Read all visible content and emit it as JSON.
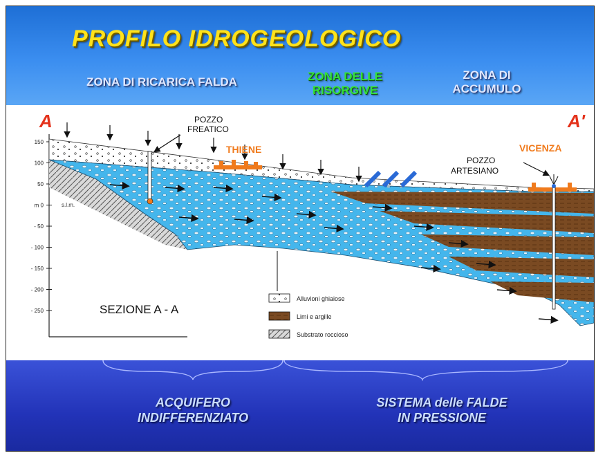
{
  "title": "PROFILO IDROGEOLOGICO",
  "zones": {
    "ricarica": "ZONA DI RICARICA FALDA",
    "risorgive_line1": "ZONA DELLE",
    "risorgive_line2": "RISORGIVE",
    "accumulo_line1": "ZONA DI",
    "accumulo_line2": "ACCUMULO"
  },
  "section_markers": {
    "start": "A",
    "end": "A'"
  },
  "wells": {
    "freatico_line1": "POZZO",
    "freatico_line2": "FREATICO",
    "artesiano_line1": "POZZO",
    "artesiano_line2": "ARTESIANO"
  },
  "towns": {
    "thiene": "THIENE",
    "vicenza": "VICENZA"
  },
  "axis": {
    "ticks": [
      "150",
      "100",
      "50",
      "m 0",
      "- 50",
      "- 100",
      "- 150",
      "- 200",
      "- 250"
    ],
    "datum": "s.l.m."
  },
  "section_label": "SEZIONE A - A",
  "legend": [
    {
      "label": "Alluvioni ghiaiose"
    },
    {
      "label": "Limi e argille"
    },
    {
      "label": "Substrato roccioso"
    }
  ],
  "bottom": {
    "left_line1": "ACQUIFERO",
    "left_line2": "INDIFFERENZIATO",
    "right_line1": "SISTEMA delle FALDE",
    "right_line2": "IN PRESSIONE"
  },
  "colors": {
    "aquifer_blue": "#44b6ec",
    "clay_brown": "#7a4a22",
    "title_yellow": "#ffe21a",
    "zone_green": "#35e03a",
    "town_orange": "#f07a1c"
  }
}
